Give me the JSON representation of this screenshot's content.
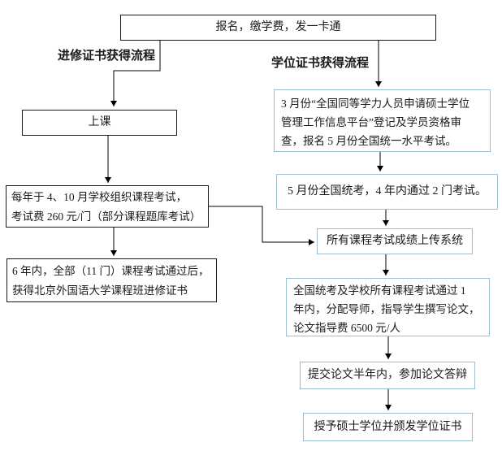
{
  "diagram": {
    "top_node": {
      "text": "报名，缴学费，发一卡通"
    },
    "left_branch": {
      "title": "进修证书获得流程",
      "nodes": [
        {
          "id": "attend-class",
          "lines": [
            "上课"
          ]
        },
        {
          "id": "course-exams",
          "lines": [
            "每年于 4、10 月学校组织课程考试，",
            "考试费 260 元/门（部分课程题库考试）"
          ]
        },
        {
          "id": "study-certificate",
          "lines": [
            "6 年内，全部（11 门）课程考试通过后，",
            "获得北京外国语大学课程班进修证书"
          ]
        }
      ]
    },
    "right_branch": {
      "title": "学位证书获得流程",
      "nodes": [
        {
          "id": "march-registration",
          "lines": [
            "3 月份“全国同等学力人员申请硕士学位",
            "管理工作信息平台”登记及学员资格审",
            "查，报名 5 月份全国统一水平考试。"
          ]
        },
        {
          "id": "may-national-exam",
          "lines": [
            "5 月份全国统考，4 年内通过 2 门考试。"
          ]
        },
        {
          "id": "upload-scores",
          "lines": [
            "所有课程考试成绩上传系统"
          ]
        },
        {
          "id": "thesis-writing",
          "lines": [
            "全国统考及学校所有课程考试通过 1",
            "年内，分配导师，指导学生撰写论文，",
            "论文指导费 6500 元/人"
          ]
        },
        {
          "id": "thesis-defense",
          "lines": [
            "提交论文半年内，参加论文答辩"
          ]
        },
        {
          "id": "degree-awarded",
          "lines": [
            "授予硕士学位并颁发学位证书"
          ]
        }
      ]
    },
    "colors": {
      "left_box_border": "#1a1a1a",
      "right_box_border": "#9bc0d3",
      "connector": "#000000",
      "text": "#1a1a1a",
      "background": "#ffffff"
    }
  }
}
